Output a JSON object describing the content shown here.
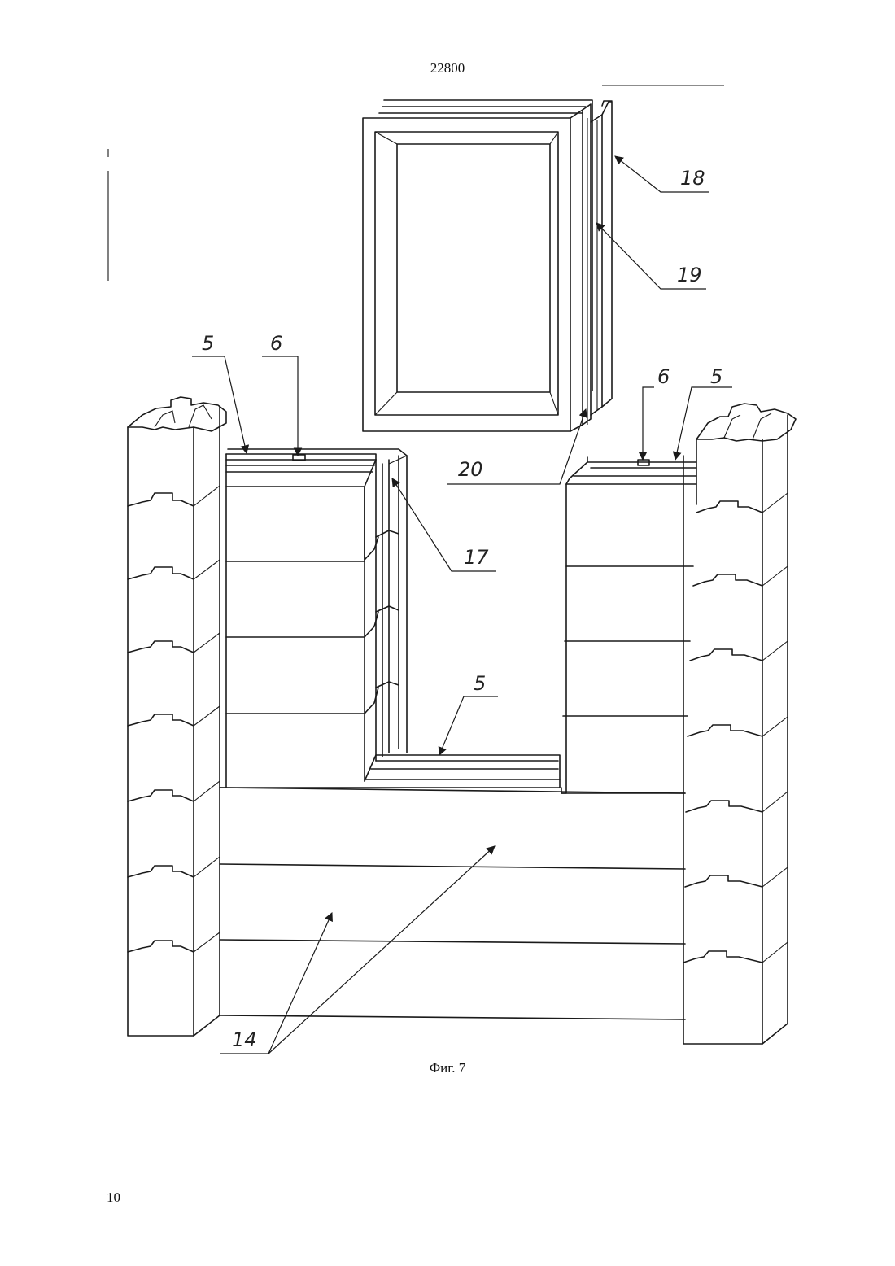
{
  "document_number": "22800",
  "figure_caption": "Фиг. 7",
  "page_number": "10",
  "reference_labels": {
    "label_18": "18",
    "label_19": "19",
    "label_5_left": "5",
    "label_6_left": "6",
    "label_6_right": "6",
    "label_5_right": "5",
    "label_20": "20",
    "label_17": "17",
    "label_5_bottom": "5",
    "label_14": "14"
  }
}
